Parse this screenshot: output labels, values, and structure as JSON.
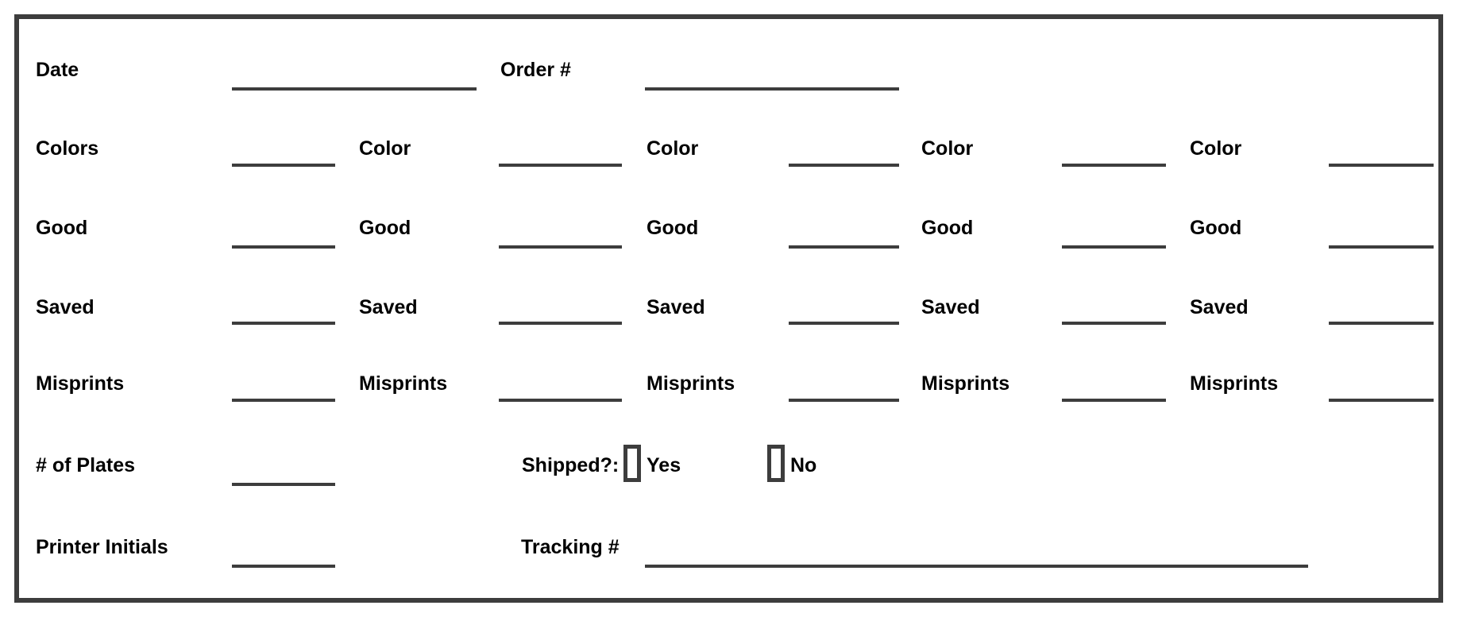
{
  "header": {
    "date_label": "Date",
    "order_label": "Order #"
  },
  "rows": {
    "colors_label": "Colors",
    "color_label": "Color",
    "good_label": "Good",
    "saved_label": "Saved",
    "misprints_label": "Misprints"
  },
  "footer": {
    "plates_label": "# of Plates",
    "shipped_label": "Shipped?:",
    "yes_label": "Yes",
    "no_label": "No",
    "printer_initials_label": "Printer Initials",
    "tracking_label": "Tracking #"
  }
}
